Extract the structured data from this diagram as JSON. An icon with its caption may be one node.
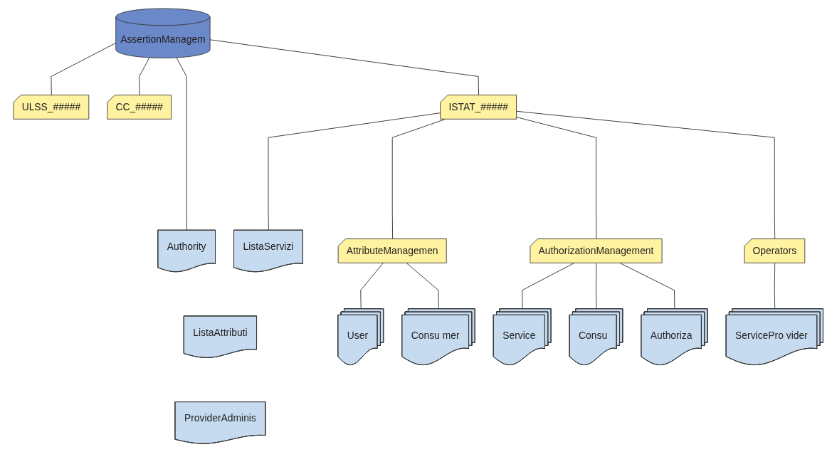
{
  "diagram": {
    "nodes": [
      {
        "text": [
          "AssertionManagem"
        ]
      },
      {
        "text": [
          "ULSS_#####"
        ]
      },
      {
        "text": [
          "CC_#####"
        ]
      },
      {
        "text": [
          "ISTAT_#####"
        ]
      },
      {
        "text": [
          "Authority"
        ]
      },
      {
        "text": [
          "ListaServizi"
        ]
      },
      {
        "text": [
          "AttributeManagemen"
        ]
      },
      {
        "text": [
          "AuthorizationManagement"
        ]
      },
      {
        "text": [
          "Operators"
        ]
      },
      {
        "text": [
          "ListaAttributi"
        ]
      },
      {
        "text": [
          "ProviderAdminis"
        ]
      },
      {
        "text": [
          "User"
        ]
      },
      {
        "text": [
          "Consu mer"
        ]
      },
      {
        "text": [
          "Service"
        ]
      },
      {
        "text": [
          "Consu"
        ]
      },
      {
        "text": [
          "Authoriza"
        ]
      },
      {
        "text": [
          "ServicePro vider"
        ]
      }
    ],
    "edges": [
      {
        "from": 0,
        "to": 1,
        "arrow": "none"
      },
      {
        "from": 0,
        "to": 2,
        "arrow": "none"
      },
      {
        "from": 0,
        "to": 3,
        "arrow": "none"
      },
      {
        "from": 0,
        "to": 4,
        "arrow": "none"
      },
      {
        "from": 3,
        "to": 5,
        "arrow": "none"
      },
      {
        "from": 3,
        "to": 6,
        "arrow": "none"
      },
      {
        "from": 3,
        "to": 7,
        "arrow": "none"
      },
      {
        "from": 3,
        "to": 8,
        "arrow": "none"
      },
      {
        "from": 6,
        "to": 11,
        "arrow": "none"
      },
      {
        "from": 6,
        "to": 12,
        "arrow": "none"
      },
      {
        "from": 7,
        "to": 13,
        "arrow": "none"
      },
      {
        "from": 7,
        "to": 14,
        "arrow": "none"
      },
      {
        "from": 7,
        "to": 15,
        "arrow": "none"
      },
      {
        "from": 8,
        "to": 16,
        "arrow": "none"
      }
    ]
  }
}
